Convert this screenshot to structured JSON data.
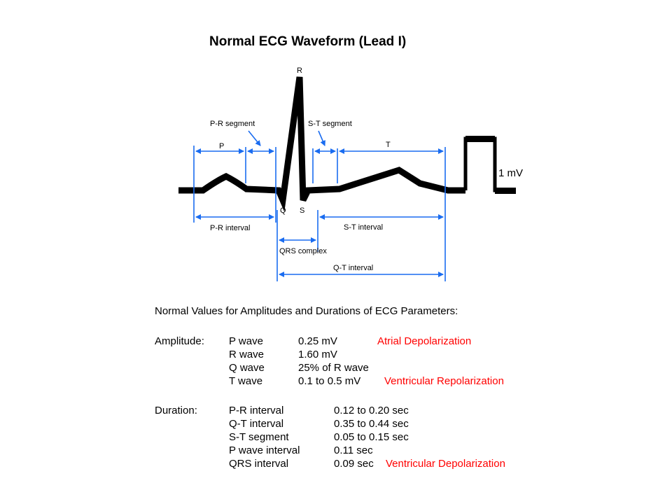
{
  "title": "Normal ECG Waveform (Lead I)",
  "waveform_labels": {
    "R": "R",
    "Q": "Q",
    "S": "S",
    "P": "P",
    "T": "T",
    "pr_segment": "P-R segment",
    "st_segment": "S-T segment",
    "pr_interval": "P-R interval",
    "st_interval": "S-T interval",
    "qrs_complex": "QRS complex",
    "qt_interval": "Q-T interval",
    "calibration": "1 mV"
  },
  "colors": {
    "bracket": "#1a6cf0",
    "waveform": "#000000",
    "highlight": "#ff0000"
  },
  "table": {
    "heading": "Normal Values for Amplitudes and Durations of ECG Parameters:",
    "amplitude": {
      "label": "Amplitude:",
      "rows": [
        {
          "param": "P wave",
          "value": "0.25 mV",
          "note": "Atrial Depolarization"
        },
        {
          "param": "R wave",
          "value": "1.60 mV",
          "note": ""
        },
        {
          "param": "Q wave",
          "value": "25% of R wave",
          "note": ""
        },
        {
          "param": "T wave",
          "value": "0.1 to 0.5 mV",
          "note": "Ventricular Repolarization"
        }
      ]
    },
    "duration": {
      "label": "Duration:",
      "rows": [
        {
          "param": "P-R interval",
          "value": "0.12 to 0.20 sec",
          "note": ""
        },
        {
          "param": "Q-T interval",
          "value": "0.35 to 0.44 sec",
          "note": ""
        },
        {
          "param": "S-T segment",
          "value": "0.05 to 0.15 sec",
          "note": ""
        },
        {
          "param": "P wave interval",
          "value": "0.11 sec",
          "note": ""
        },
        {
          "param": "QRS interval",
          "value": "0.09 sec",
          "note": "Ventricular Depolarization"
        }
      ]
    }
  }
}
